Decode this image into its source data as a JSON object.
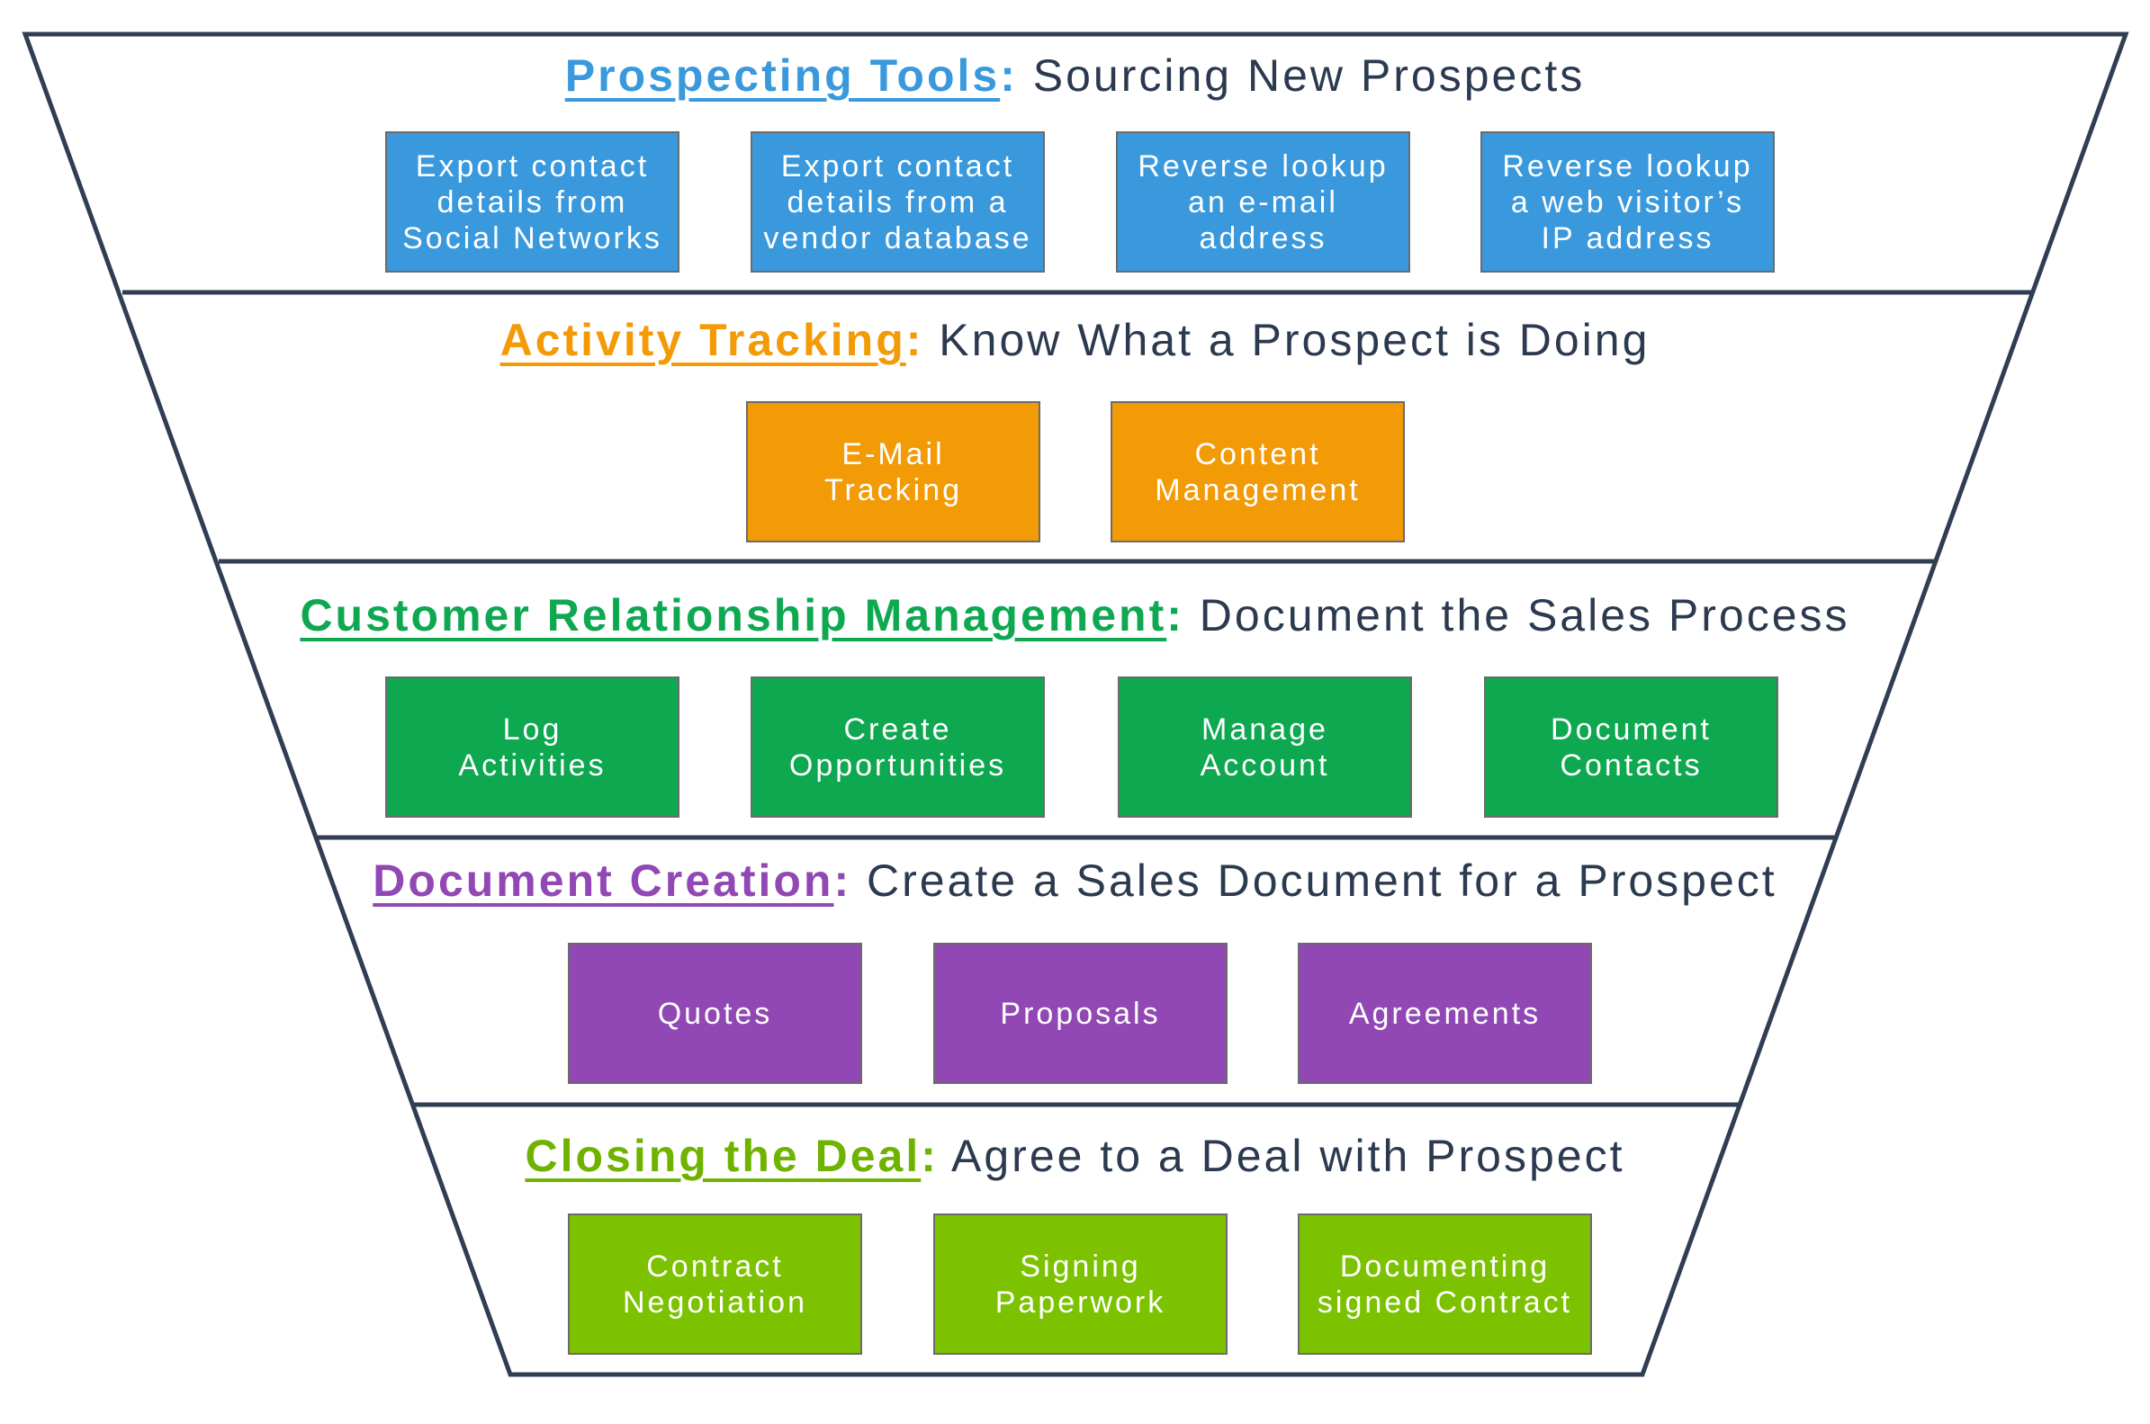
{
  "colors": {
    "outline": "#2f3e52",
    "text": "#2b3a4f",
    "blue": "#3a99dc",
    "orange": "#f39a07",
    "green": "#0ea851",
    "purple": "#9248b4",
    "lime": "#7cc200"
  },
  "stages": [
    {
      "category": "Prospecting Tools",
      "separator": ":",
      "subtitle": " Sourcing New Prospects",
      "color": "#3a99dc",
      "catColor": "#3a99dc",
      "boxes": [
        "Export contact\ndetails from\nSocial Networks",
        "Export contact\ndetails from a\nvendor database",
        "Reverse lookup\nan e-mail\naddress",
        "Reverse lookup\na web visitor’s\nIP address"
      ]
    },
    {
      "category": "Activity Tracking",
      "separator": ":",
      "subtitle": " Know What a Prospect is Doing",
      "color": "#f39a07",
      "catColor": "#f39a07",
      "boxes": [
        "E-Mail\nTracking",
        "Content\nManagement"
      ]
    },
    {
      "category": "Customer Relationship Management",
      "separator": ":",
      "subtitle": " Document the Sales Process",
      "color": "#0ea851",
      "catColor": "#0ea851",
      "boxes": [
        "Log\nActivities",
        "Create\nOpportunities",
        "Manage\nAccount",
        "Document\nContacts"
      ]
    },
    {
      "category": "Document Creation",
      "separator": ":",
      "subtitle": " Create a Sales Document for a Prospect",
      "color": "#9248b4",
      "catColor": "#9248b4",
      "boxes": [
        "Quotes",
        "Proposals",
        "Agreements"
      ]
    },
    {
      "category": "Closing the Deal",
      "separator": ":",
      "subtitle": " Agree to a Deal with Prospect",
      "color": "#7cc200",
      "catColor": "#6fb300",
      "boxes": [
        "Contract\nNegotiation",
        "Signing\nPaperwork",
        "Documenting\nsigned Contract"
      ]
    }
  ]
}
